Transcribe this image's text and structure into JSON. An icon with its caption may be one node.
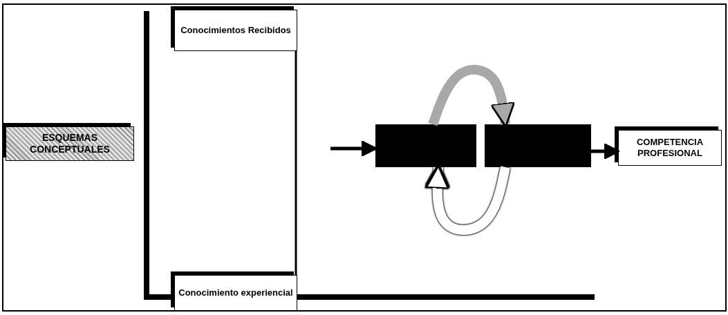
{
  "diagram": {
    "nodes": [
      {
        "text": [
          "ESQUEMAS CONCEPTUALES"
        ]
      },
      {
        "text": [
          "Conocimientos Recibidos"
        ]
      },
      {
        "text": [
          "Conocimiento experiencial"
        ]
      },
      {
        "text": [],
        "shape": "box"
      },
      {
        "text": [],
        "shape": "box"
      },
      {
        "text": [
          "COMPETENCIA PROFESIONAL"
        ]
      }
    ],
    "edges": [
      {
        "from": null,
        "to": 3,
        "arrow": "to"
      },
      {
        "from": 3,
        "to": 4,
        "arrow": "to",
        "style": "thick",
        "color": "#a8a8a8"
      },
      {
        "from": 4,
        "to": 3,
        "arrow": "to",
        "style": "thick",
        "color": "#ffffff"
      },
      {
        "from": 1,
        "to": 2,
        "arrow": "none"
      },
      {
        "from": 4,
        "to": 5,
        "arrow": "to"
      }
    ]
  }
}
